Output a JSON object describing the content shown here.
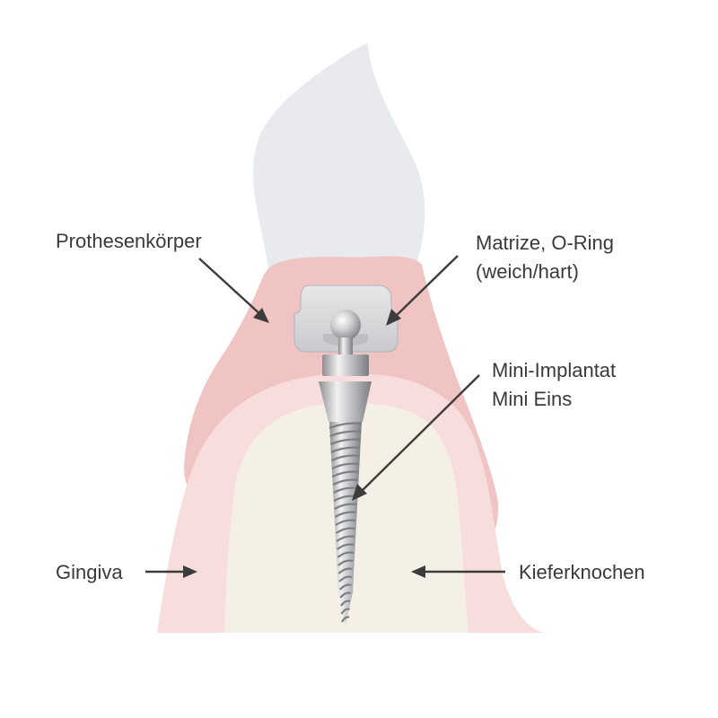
{
  "labels": {
    "prothesenkoerper": "Prothesenkörper",
    "matrize_line1": "Matrize, O-Ring",
    "matrize_line2": "(weich/hart)",
    "implantat_line1": "Mini-Implantat",
    "implantat_line2": "Mini Eins",
    "gingiva": "Gingiva",
    "kieferknochen": "Kieferknochen"
  },
  "colors": {
    "tooth": "#e9eaee",
    "prosthesis": "#f1c4c4",
    "gingiva": "#f8dddd",
    "bone": "#f4f0e6",
    "matrix_housing": "#d9dadc",
    "implant_metal": "#b4b5b8",
    "arrow": "#3c3c3c",
    "text": "#3a3a3a"
  }
}
